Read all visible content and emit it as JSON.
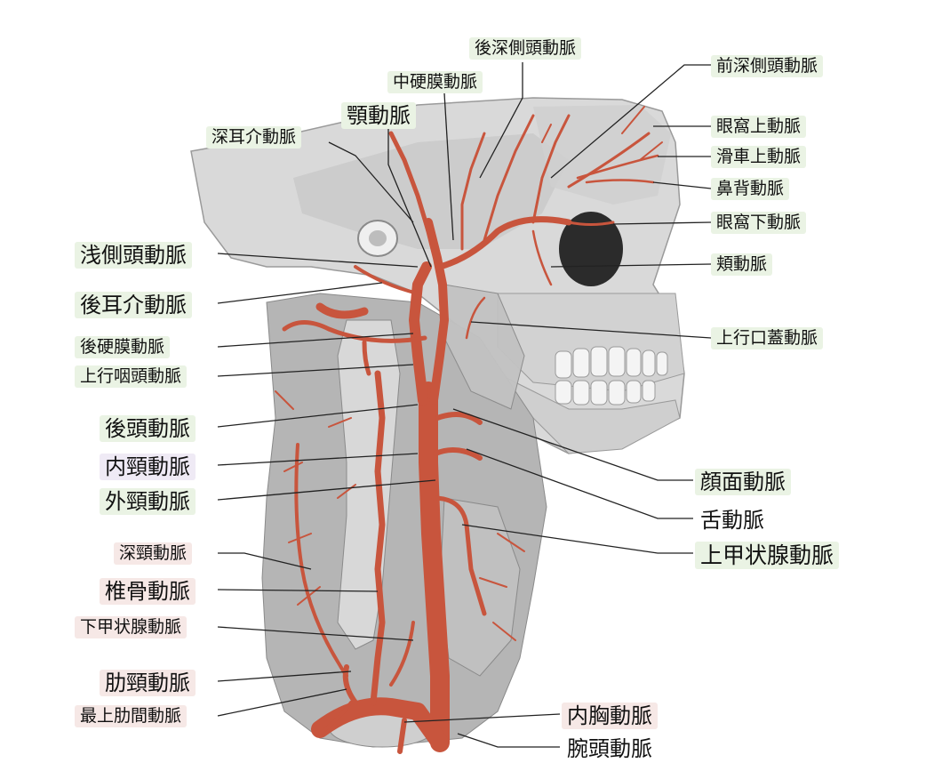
{
  "colors": {
    "artery": "#c8553d",
    "artery_dark": "#9e3a27",
    "bone": "#dcdcdc",
    "bone_shade": "#b9b9b9",
    "soft_tissue": "#a6a6a6",
    "leader_line": "#222222",
    "label_green": "#eaf3e4",
    "label_pink": "#f6e8e6",
    "label_lavender": "#efeaf5"
  },
  "labels": {
    "posterior_deep_temporal": "後深側頭動脈",
    "anterior_deep_temporal": "前深側頭動脈",
    "middle_meningeal": "中硬膜動脈",
    "maxillary": "顎動脈",
    "deep_auricular": "深耳介動脈",
    "supraorbital": "眼窩上動脈",
    "supratrochlear": "滑車上動脈",
    "dorsal_nasal": "鼻背動脈",
    "infraorbital": "眼窩下動脈",
    "superficial_temporal": "浅側頭動脈",
    "buccal": "頬動脈",
    "posterior_auricular": "後耳介動脈",
    "ascending_palatine": "上行口蓋動脈",
    "posterior_meningeal": "後硬膜動脈",
    "ascending_pharyngeal": "上行咽頭動脈",
    "occipital": "後頭動脈",
    "internal_carotid": "内頸動脈",
    "facial": "顔面動脈",
    "external_carotid": "外頸動脈",
    "lingual": "舌動脈",
    "superior_thyroid": "上甲状腺動脈",
    "deep_cervical": "深頸動脈",
    "vertebral": "椎骨動脈",
    "inferior_thyroid": "下甲状腺動脈",
    "costocervical": "肋頸動脈",
    "internal_thoracic": "内胸動脈",
    "supreme_intercostal": "最上肋間動脈",
    "brachiocephalic": "腕頭動脈"
  }
}
